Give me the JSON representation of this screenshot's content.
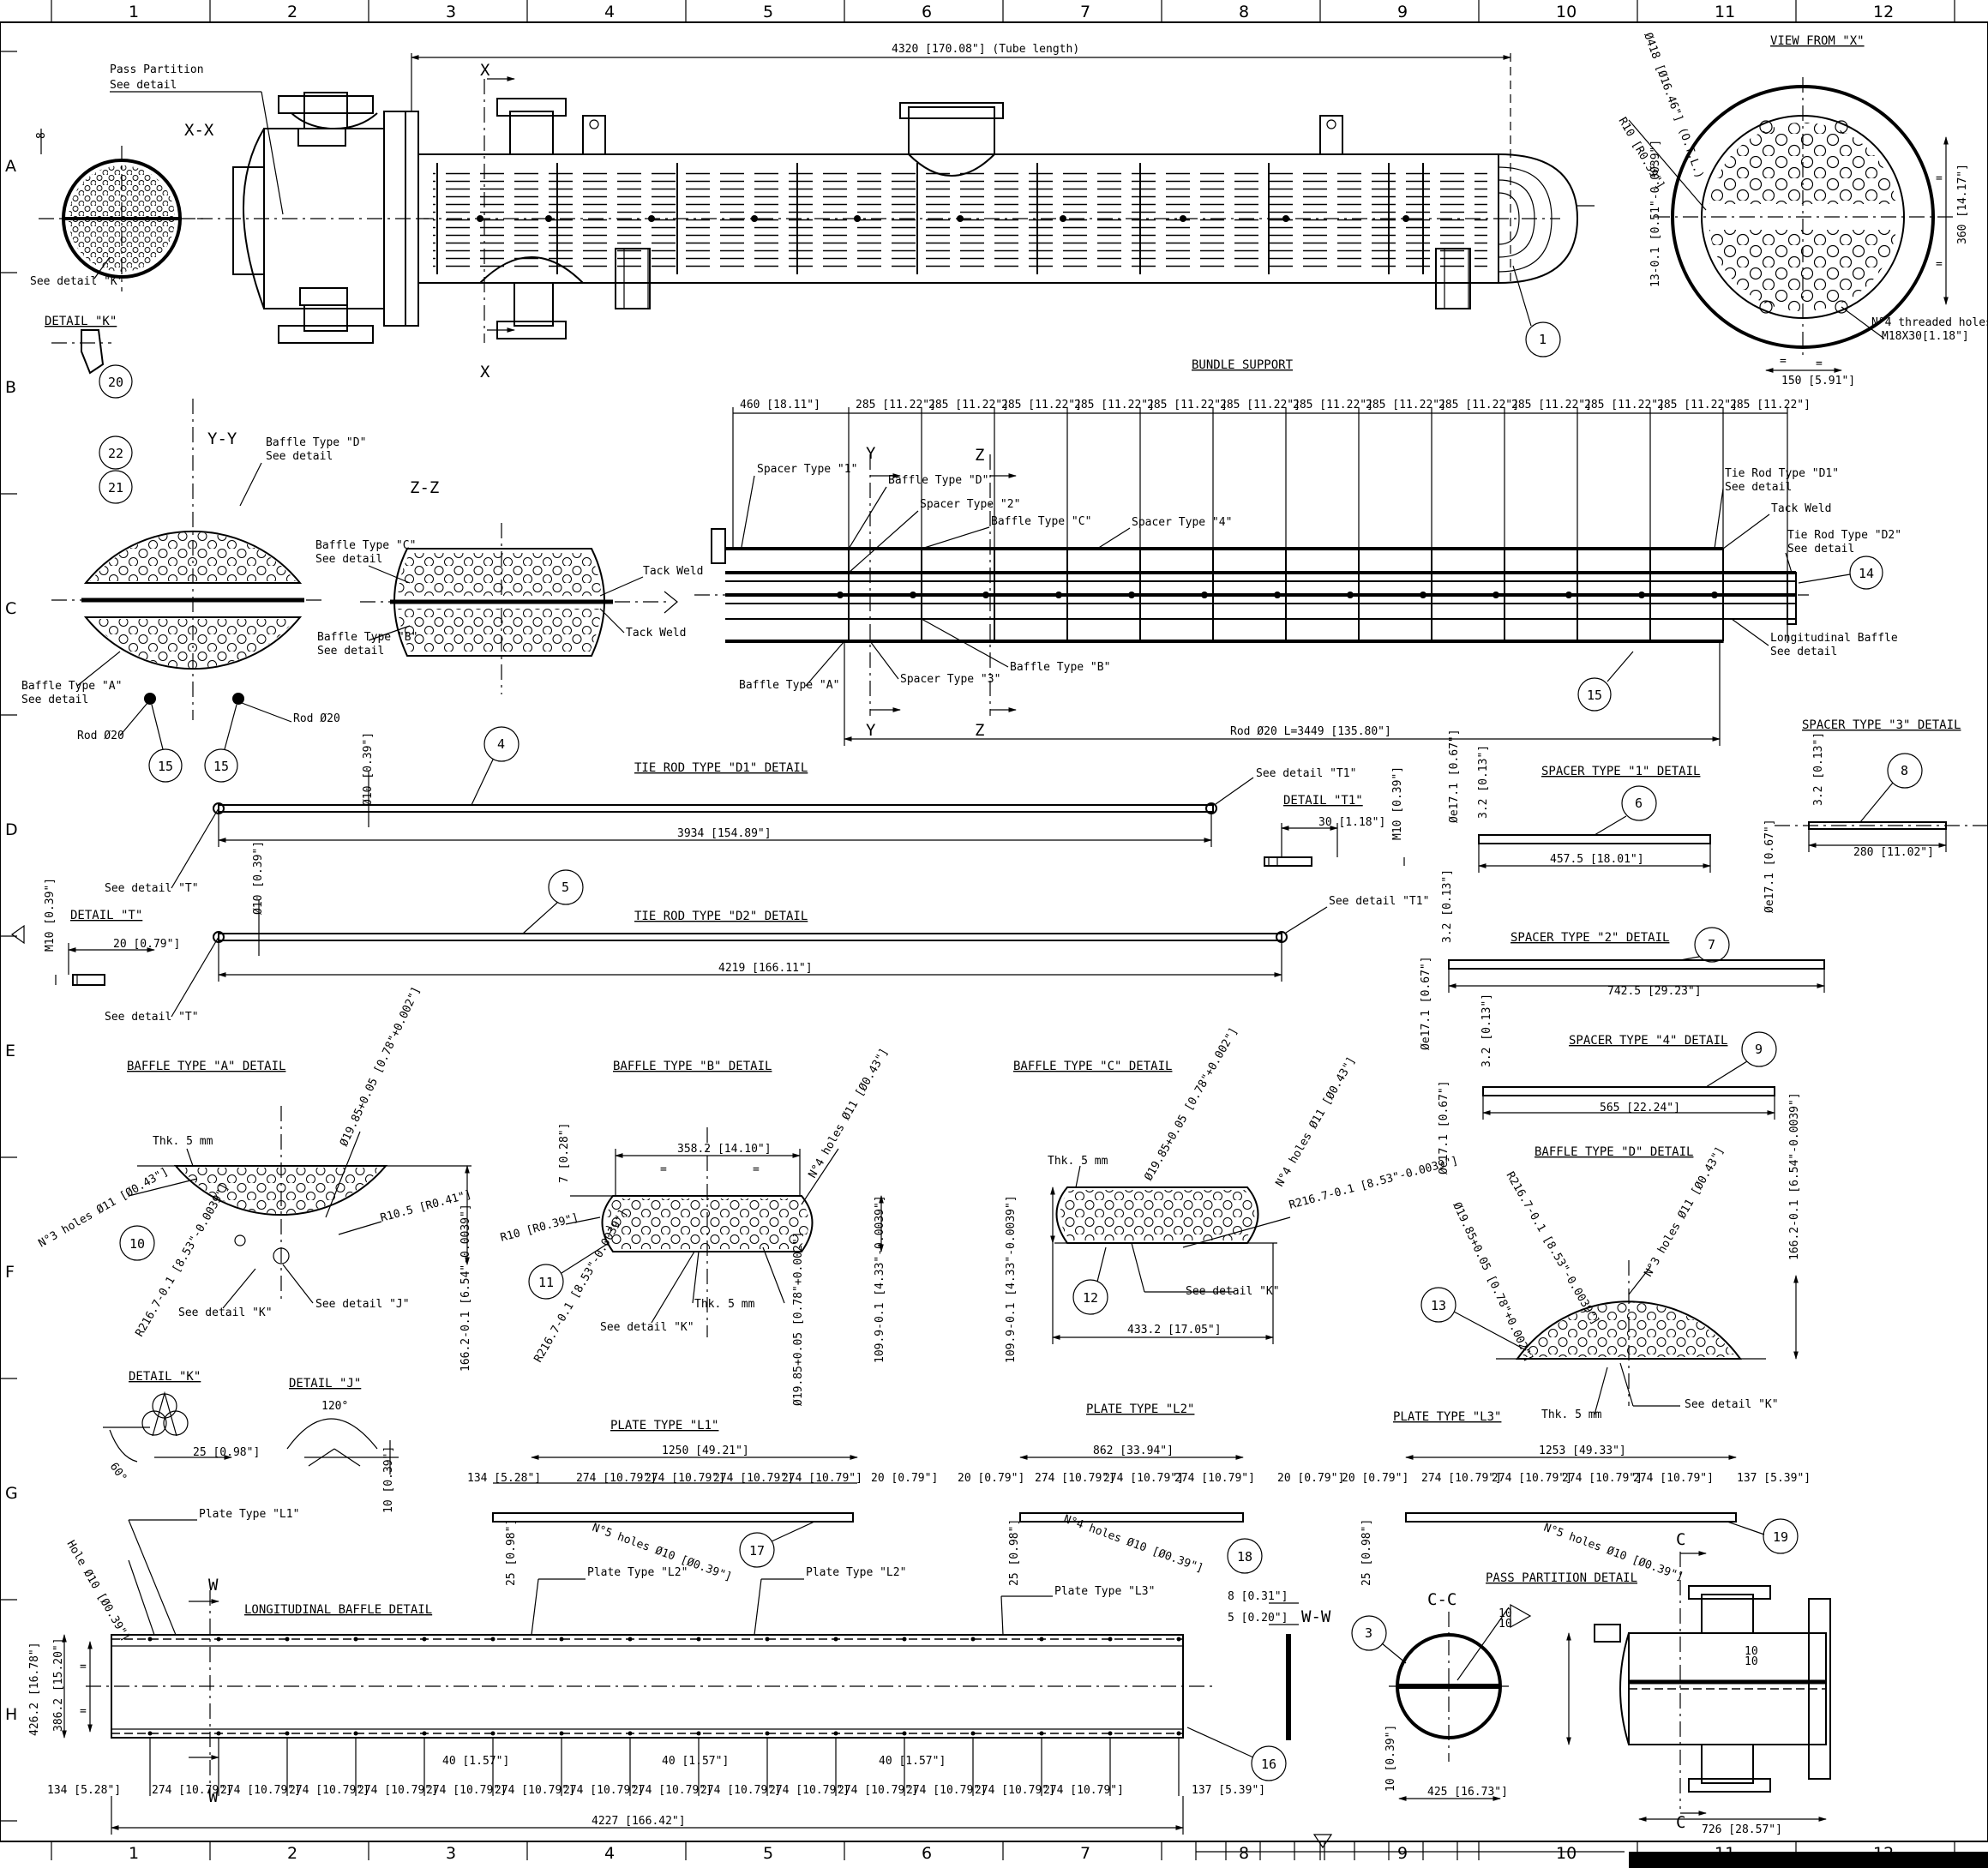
{
  "frame": {
    "columns": [
      "1",
      "2",
      "3",
      "4",
      "5",
      "6",
      "7",
      "8",
      "9",
      "10",
      "11",
      "12"
    ],
    "rows": [
      "A",
      "B",
      "C",
      "D",
      "E",
      "F",
      "G",
      "H"
    ]
  },
  "main_view": {
    "tube_length": "4320 [170.08\"] (Tube length)",
    "pass_partition": "Pass Partition",
    "see_detail": "See detail",
    "section_x": "X",
    "section_xx": "X-X",
    "see_detail_k": "See detail \"K\"",
    "balloon_1": "1"
  },
  "view_from_x": {
    "title": "VIEW FROM \"X\"",
    "dia": "Ø418 [Ø16.46\"] (O.T.L.)",
    "radius": "R10 [R0.39\"]",
    "height": "360 [14.17\"]",
    "thk": "13-0.1 [0.51\"-0.0039\"]",
    "holes": "N°4 threaded holes",
    "thread": "M18X30[1.18\"]",
    "width": "150 [5.91\"]",
    "eq": "="
  },
  "detail_k_top": {
    "title": "DETAIL \"K\"",
    "b20": "20",
    "b22": "22",
    "b21": "21"
  },
  "yy_section": {
    "label": "Y-Y",
    "baffle_d": "Baffle Type \"D\"",
    "baffle_a": "Baffle Type \"A\"",
    "see_detail": "See detail",
    "rod1": "Rod Ø20",
    "rod2": "Rod Ø20",
    "b15a": "15",
    "b15b": "15"
  },
  "zz_section": {
    "label": "Z-Z",
    "baffle_c": "Baffle Type \"C\"",
    "baffle_b": "Baffle Type \"B\"",
    "see_detail": "See detail",
    "tack1": "Tack Weld",
    "tack2": "Tack Weld"
  },
  "bundle_support": {
    "title": "BUNDLE SUPPORT",
    "first_pitch": "460 [18.11\"]",
    "pitch": "285 [11.22\"]",
    "spacer1": "Spacer Type \"1\"",
    "spacer2": "Spacer Type \"2\"",
    "spacer3": "Spacer Type \"3\"",
    "spacer4": "Spacer Type \"4\"",
    "baffle_a": "Baffle Type \"A\"",
    "baffle_b": "Baffle Type \"B\"",
    "baffle_c": "Baffle Type \"C\"",
    "baffle_d": "Baffle Type \"D\"",
    "tie_d1": "Tie Rod Type \"D1\"",
    "tie_d2": "Tie Rod Type \"D2\"",
    "see_detail": "See detail",
    "tack": "Tack Weld",
    "long_baffle": "Longitudinal Baffle",
    "rod_len": "Rod Ø20 L=3449 [135.80\"]",
    "y": "Y",
    "z": "Z",
    "b14": "14",
    "b15": "15"
  },
  "tie_rod_d1": {
    "title": "TIE ROD TYPE \"D1\" DETAIL",
    "len": "3934 [154.89\"]",
    "dia": "Ø10 [0.39\"]",
    "see_t": "See detail \"T\"",
    "see_t1": "See detail \"T1\"",
    "b4": "4"
  },
  "detail_t1": {
    "title": "DETAIL \"T1\"",
    "len": "30 [1.18\"]",
    "thread": "M10 [0.39\"]"
  },
  "tie_rod_d2": {
    "title": "TIE ROD TYPE \"D2\" DETAIL",
    "len": "4219 [166.11\"]",
    "dia": "Ø10 [0.39\"]",
    "see_t": "See detail \"T\"",
    "see_t1": "See detail \"T1\"",
    "b5": "5"
  },
  "detail_t": {
    "title": "DETAIL \"T\"",
    "len": "20 [0.79\"]",
    "thread": "M10 [0.39\"]"
  },
  "spacer1": {
    "title": "SPACER TYPE \"1\" DETAIL",
    "len": "457.5 [18.01\"]",
    "thk": "3.2 [0.13\"]",
    "dia": "Øe17.1 [0.67\"]",
    "b": "6"
  },
  "spacer2": {
    "title": "SPACER TYPE \"2\" DETAIL",
    "len": "742.5 [29.23\"]",
    "thk": "3.2 [0.13\"]",
    "dia": "Øe17.1 [0.67\"]",
    "b": "7"
  },
  "spacer3": {
    "title": "SPACER TYPE \"3\" DETAIL",
    "len": "280 [11.02\"]",
    "thk": "3.2 [0.13\"]",
    "dia": "Øe17.1 [0.67\"]",
    "b": "8"
  },
  "spacer4": {
    "title": "SPACER TYPE \"4\" DETAIL",
    "len": "565 [22.24\"]",
    "thk": "3.2 [0.13\"]",
    "dia": "Øe17.1 [0.67\"]",
    "b": "9"
  },
  "baffle_a": {
    "title": "BAFFLE TYPE \"A\" DETAIL",
    "thk": "Thk. 5 mm",
    "holes": "N°3 holes Ø11 [Ø0.43\"]",
    "tube_holes": "Ø19.85+0.05 [0.78\"+0.002\"]",
    "r_small": "R10.5 [R0.41\"]",
    "r_big": "R216.7-0.1 [8.53\"-0.0039\"]",
    "height": "166.2-0.1 [6.54\"-0.0039\"]",
    "see_k": "See detail \"K\"",
    "see_j": "See detail \"J\"",
    "b": "10"
  },
  "baffle_b": {
    "title": "BAFFLE TYPE \"B\" DETAIL",
    "width": "358.2 [14.10\"]",
    "gap": "7 [0.28\"]",
    "eq": "=",
    "holes": "N°4 holes Ø11 [Ø0.43\"]",
    "r_small": "R10 [R0.39\"]",
    "r_big": "R216.7-0.1 [8.53\"-0.0039\"]",
    "height": "109.9-0.1 [4.33\"-0.0039\"]",
    "tube_holes": "Ø19.85+0.05 [0.78\"+0.002\"]",
    "thk": "Thk. 5 mm",
    "see_k": "See detail \"K\"",
    "b": "11"
  },
  "baffle_c": {
    "title": "BAFFLE TYPE \"C\" DETAIL",
    "thk": "Thk. 5 mm",
    "tube_holes": "Ø19.85+0.05 [0.78\"+0.002\"]",
    "holes": "N°4 holes Ø11 [Ø0.43\"]",
    "r_big": "R216.7-0.1 [8.53\"-0.0039\"]",
    "height": "109.9-0.1 [4.33\"-0.0039\"]",
    "width": "433.2 [17.05\"]",
    "see_k": "See detail \"K\"",
    "b": "12"
  },
  "baffle_d": {
    "title": "BAFFLE TYPE \"D\" DETAIL",
    "r_big": "R216.7-0.1 [8.53\"-0.0039\"]",
    "tube_holes": "Ø19.85+0.05 [0.78\"+0.002\"]",
    "holes": "N°3 holes Ø11 [Ø0.43\"]",
    "height": "166.2-0.1 [6.54\"-0.0039\"]",
    "thk": "Thk. 5 mm",
    "see_k": "See detail \"K\"",
    "b": "13"
  },
  "detail_k": {
    "title": "DETAIL \"K\"",
    "angle": "60°",
    "len": "25 [0.98\"]"
  },
  "detail_j": {
    "title": "DETAIL \"J\"",
    "angle": "120°",
    "len": "10 [0.39\"]"
  },
  "plate_l1": {
    "title": "PLATE TYPE \"L1\"",
    "total": "1250 [49.21\"]",
    "left": "134 [5.28\"]",
    "pitch": "274 [10.79\"]",
    "right": "20 [0.79\"]",
    "width": "25 [0.98\"]",
    "holes": "N°5 holes Ø10 [Ø0.39\"]",
    "b": "17"
  },
  "plate_l2": {
    "title": "PLATE TYPE \"L2\"",
    "total": "862 [33.94\"]",
    "left": "20 [0.79\"]",
    "pitch": "274 [10.79\"]",
    "right": "20 [0.79\"]",
    "width": "25 [0.98\"]",
    "holes": "N°4 holes Ø10 [Ø0.39\"]",
    "b": "18"
  },
  "plate_l3": {
    "title": "PLATE TYPE \"L3\"",
    "total": "1253 [49.33\"]",
    "left": "20 [0.79\"]",
    "pitch": "274 [10.79\"]",
    "right": "137 [5.39\"]",
    "width": "25 [0.98\"]",
    "holes": "N°5 holes Ø10 [Ø0.39\"]",
    "b": "19"
  },
  "long_baffle": {
    "title": "LONGITUDINAL BAFFLE DETAIL",
    "hole": "Hole Ø10 [Ø0.39\"]",
    "plate_l1": "Plate Type \"L1\"",
    "plate_l2": "Plate Type \"L2\"",
    "plate_l3": "Plate Type \"L3\"",
    "h_outer": "426.2 [16.78\"]",
    "h_inner": "386.2 [15.20\"]",
    "eq": "=",
    "left": "134 [5.28\"]",
    "pitch": "274 [10.79\"]",
    "gap": "40 [1.57\"]",
    "right": "137 [5.39\"]",
    "total": "4227 [166.42\"]",
    "w": "W",
    "b": "16"
  },
  "ww_section": {
    "label": "W-W",
    "d1": "8 [0.31\"]",
    "d2": "5 [0.20\"]"
  },
  "pass_partition": {
    "title": "PASS PARTITION DETAIL",
    "cc": "C-C",
    "c": "C",
    "weld": "10",
    "thk": "10 [0.39\"]",
    "dia": "425 [16.73\"]",
    "len": "726 [28.57\"]",
    "b": "3"
  }
}
